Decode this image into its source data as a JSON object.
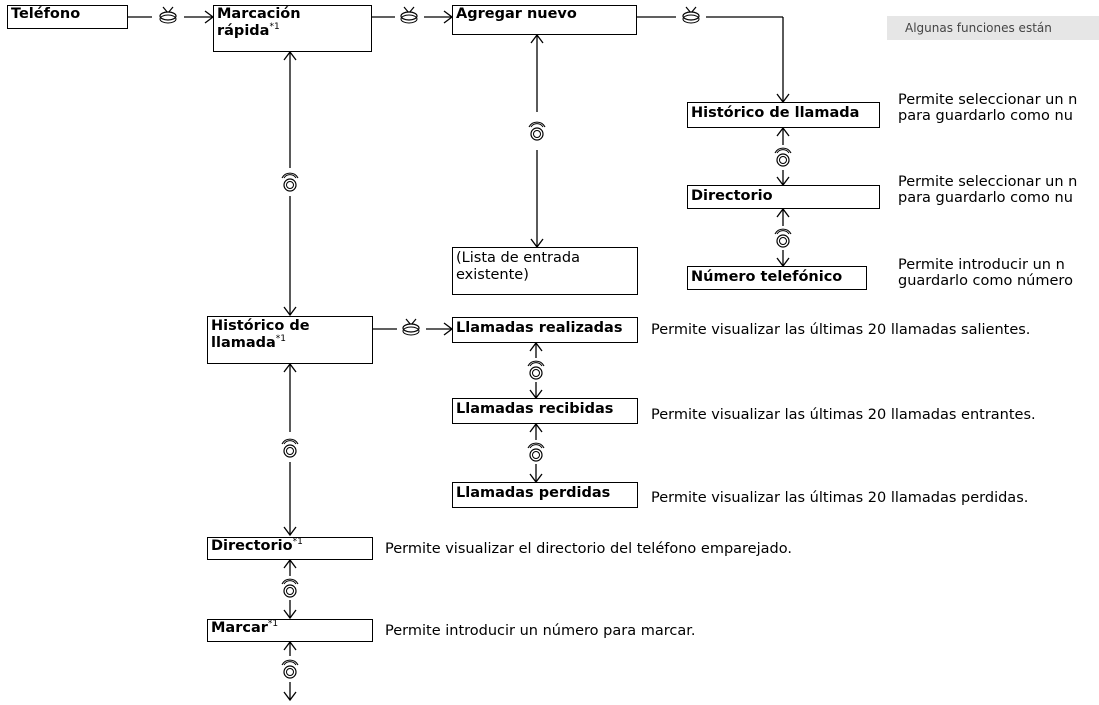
{
  "note": "Algunas funciones están",
  "sup_marker": "*1",
  "root": "Teléfono",
  "level1": {
    "speed_dial_a": "Marcación",
    "speed_dial_b": "rápida",
    "call_history_a": "Histórico de",
    "call_history_b": "llamada",
    "phonebook": "Directorio",
    "dial": "Marcar"
  },
  "speed_dial_branch": {
    "add_new": "Agregar nuevo",
    "existing_list_a": "(Lista de entrada",
    "existing_list_b": "existente)",
    "options": [
      {
        "label": "Histórico de llamada",
        "desc_a": "Permite seleccionar un n",
        "desc_b": "para guardarlo como nu"
      },
      {
        "label": "Directorio",
        "desc_a": "Permite seleccionar un n",
        "desc_b": "para guardarlo como nu"
      },
      {
        "label": "Número telefónico",
        "desc_a": "Permite introducir un n",
        "desc_b": "guardarlo como número"
      }
    ]
  },
  "call_history_branch": [
    {
      "label": "Llamadas realizadas",
      "desc": "Permite visualizar las últimas 20 llamadas salientes."
    },
    {
      "label": "Llamadas recibidas",
      "desc": "Permite visualizar las últimas 20 llamadas entrantes."
    },
    {
      "label": "Llamadas perdidas",
      "desc": "Permite visualizar las últimas 20 llamadas perdidas."
    }
  ],
  "phonebook_desc": "Permite visualizar el directorio del teléfono emparejado.",
  "dial_desc": "Permite introducir un número para marcar.",
  "icons": {
    "select": "press-knob-icon",
    "rotate": "rotate-knob-icon"
  }
}
